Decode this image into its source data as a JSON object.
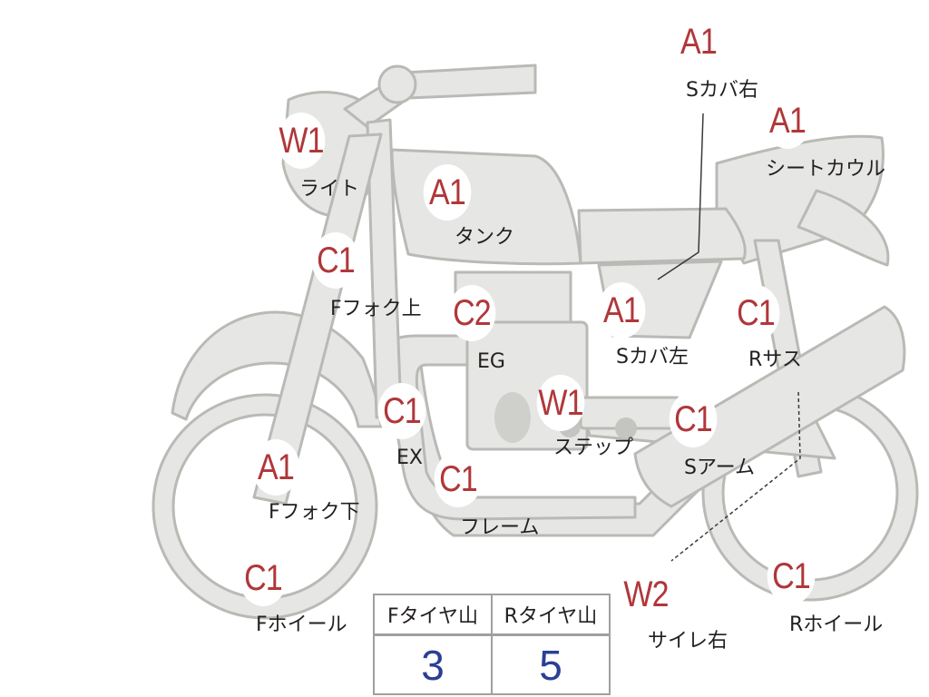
{
  "colors": {
    "bike_fill": "#e6e6e4",
    "bike_stroke": "#b9b9b6",
    "marker_text": "#b0373a",
    "value_text": "#2b3f94",
    "table_border": "#a0a0a0"
  },
  "markers": [
    {
      "id": "s-cover-right",
      "code": "A1",
      "label": "Sカバ右"
    },
    {
      "id": "seat-cowl",
      "code": "A1",
      "label": "シートカウル"
    },
    {
      "id": "light",
      "code": "W1",
      "label": "ライト"
    },
    {
      "id": "tank",
      "code": "A1",
      "label": "タンク"
    },
    {
      "id": "f-fork-upper",
      "code": "C1",
      "label": "Fフォク上"
    },
    {
      "id": "engine",
      "code": "C2",
      "label": "EG"
    },
    {
      "id": "s-cover-left",
      "code": "A1",
      "label": "Sカバ左"
    },
    {
      "id": "r-suspension",
      "code": "C1",
      "label": "Rサス"
    },
    {
      "id": "exhaust",
      "code": "C1",
      "label": "EX"
    },
    {
      "id": "step",
      "code": "W1",
      "label": "ステップ"
    },
    {
      "id": "swing-arm",
      "code": "C1",
      "label": "Sアーム"
    },
    {
      "id": "f-fork-lower",
      "code": "A1",
      "label": "Fフォク下"
    },
    {
      "id": "frame",
      "code": "C1",
      "label": "フレーム"
    },
    {
      "id": "f-wheel",
      "code": "C1",
      "label": "Fホイール"
    },
    {
      "id": "muffler-right",
      "code": "W2",
      "label": "サイレ右"
    },
    {
      "id": "r-wheel",
      "code": "C1",
      "label": "Rホイール"
    }
  ],
  "tire_table": {
    "headers": [
      "Fタイヤ山",
      "Rタイヤ山"
    ],
    "values": [
      "3",
      "5"
    ]
  }
}
